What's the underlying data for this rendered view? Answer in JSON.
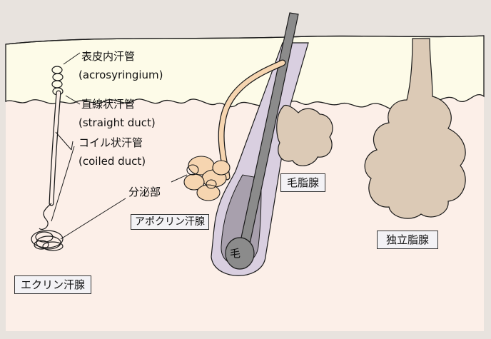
{
  "labels": {
    "acrosyringium_jp": "表皮内汗管",
    "acrosyringium_en": "(acrosyringium)",
    "straight_duct_jp": "直線状汗管",
    "straight_duct_en": "(straight duct)",
    "coiled_duct_jp": "コイル状汗管",
    "coiled_duct_en": "(coiled duct)",
    "secretory_part": "分泌部",
    "hair": "毛",
    "eccrine_gland": "エクリン汗腺",
    "apocrine_gland": "アポクリン汗腺",
    "sebaceous_gland": "毛脂腺",
    "independent_sebaceous": "独立脂腺"
  },
  "colors": {
    "background": "#e8e3de",
    "epidermis": "#fdfbe8",
    "dermis": "#fcefe8",
    "sebaceous": "#dccab6",
    "apocrine_duct": "#f6d5b0",
    "hair_shaft": "#8b8b8b",
    "hair_sheath": "#d9cfe0",
    "label_box": "#f3f2f5"
  }
}
